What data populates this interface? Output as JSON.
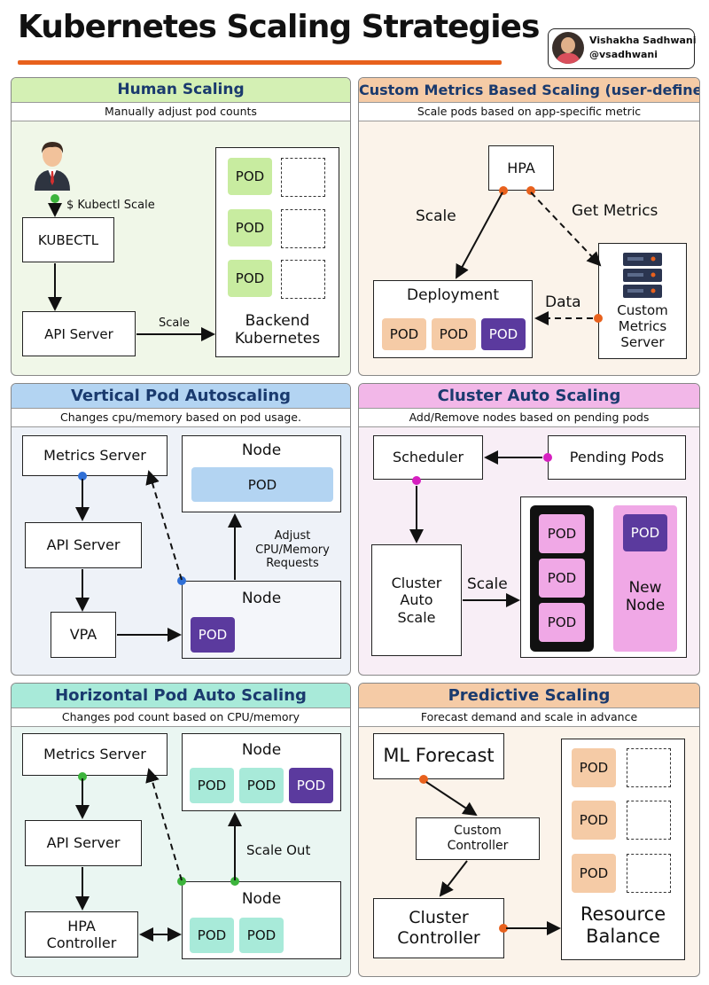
{
  "header": {
    "title": "Kubernetes Scaling Strategies",
    "author_name": "Vishakha Sadhwani",
    "author_handle": "@vsadhwani"
  },
  "colors": {
    "accent": "#e8611d",
    "human_head": "#d4f0b4",
    "custom_head": "#f5cba6",
    "vpa_head": "#b3d4f2",
    "cluster_head": "#f2b7e8",
    "hpa_head": "#a8ead9",
    "predictive_head": "#f5cba6",
    "purple_pod": "#5b3a9e"
  },
  "human": {
    "title": "Human Scaling",
    "subtitle": "Manually adjust pod counts",
    "cmd_label": "$ Kubectl Scale",
    "kubectl": "KUBECTL",
    "api_server": "API Server",
    "scale_label": "Scale",
    "backend_label": "Backend\nKubernetes",
    "pods": [
      "POD",
      "POD",
      "POD"
    ]
  },
  "custom": {
    "title": "Custom Metrics Based Scaling (user-defined)",
    "subtitle": "Scale pods based on app-specific metric",
    "hpa": "HPA",
    "scale_label": "Scale",
    "get_metrics_label": "Get Metrics",
    "deployment": "Deployment",
    "data_label": "Data",
    "server_label": "Custom\nMetrics\nServer",
    "pods": [
      "POD",
      "POD",
      "POD"
    ]
  },
  "vpa": {
    "title": "Vertical Pod Autoscaling",
    "subtitle": "Changes cpu/memory based on pod usage.",
    "metrics_server": "Metrics Server",
    "api_server": "API Server",
    "vpa_box": "VPA",
    "node_top": "Node",
    "node_top_pod": "POD",
    "adjust_label": "Adjust\nCPU/Memory\nRequests",
    "node_bottom": "Node",
    "node_bottom_pod": "POD"
  },
  "cluster": {
    "title": "Cluster Auto Scaling",
    "subtitle": "Add/Remove nodes based on pending pods",
    "scheduler": "Scheduler",
    "pending_pods": "Pending Pods",
    "cas_box": "Cluster\nAuto\nScale",
    "scale_label": "Scale",
    "pods": [
      "POD",
      "POD",
      "POD"
    ],
    "new_node_pod": "POD",
    "new_node_label": "New\nNode"
  },
  "hpa": {
    "title": "Horizontal Pod Auto Scaling",
    "subtitle": "Changes pod count based on CPU/memory",
    "metrics_server": "Metrics Server",
    "api_server": "API Server",
    "controller": "HPA\nController",
    "node_top": "Node",
    "node_top_pods": [
      "POD",
      "POD",
      "POD"
    ],
    "scale_out_label": "Scale Out",
    "node_bottom": "Node",
    "node_bottom_pods": [
      "POD",
      "POD"
    ]
  },
  "predictive": {
    "title": "Predictive Scaling",
    "subtitle": "Forecast demand and scale in advance",
    "ml_forecast": "ML Forecast",
    "custom_controller": "Custom\nController",
    "cluster_controller": "Cluster\nController",
    "resource_balance": "Resource\nBalance",
    "pods": [
      "POD",
      "POD",
      "POD"
    ]
  }
}
